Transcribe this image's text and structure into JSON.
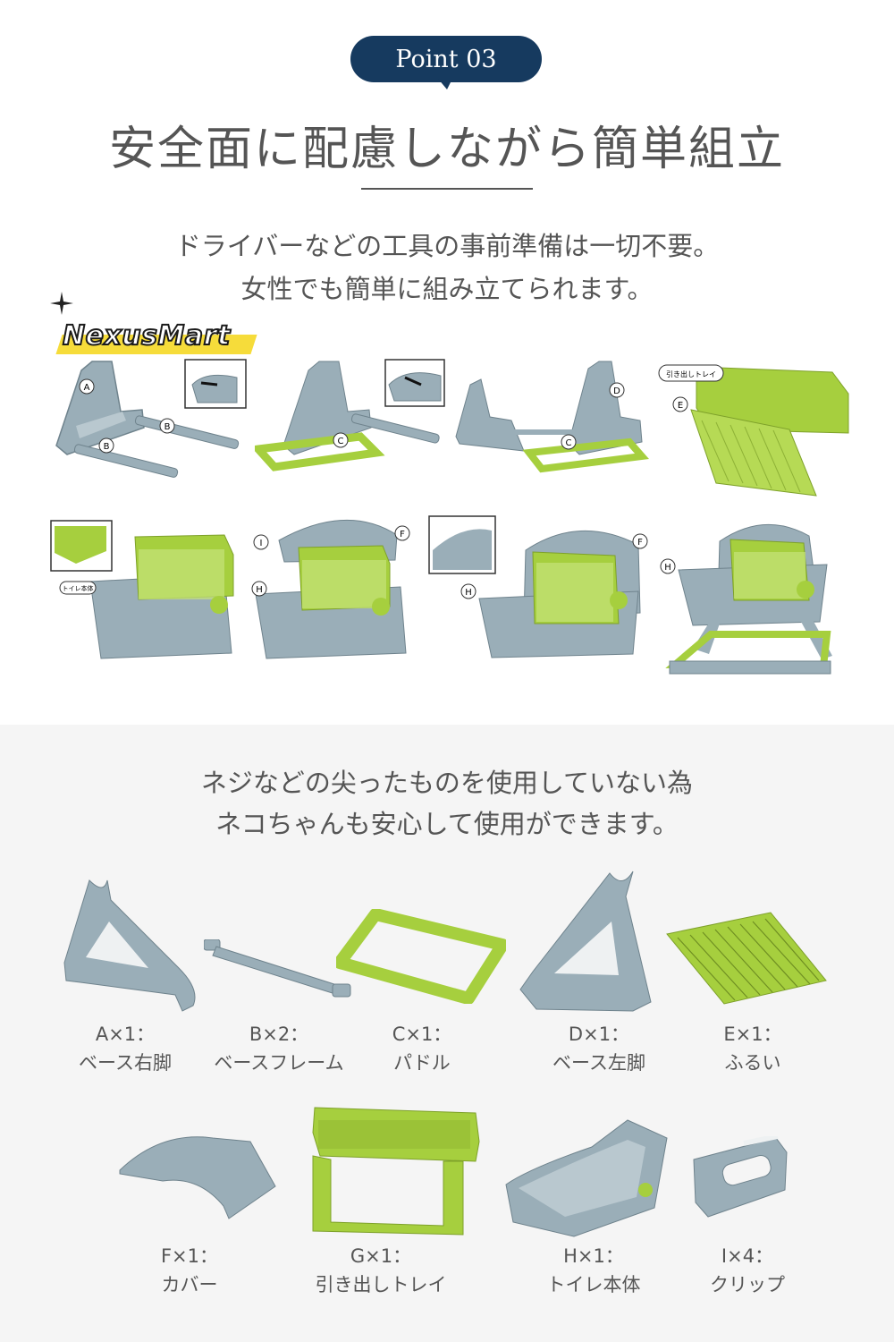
{
  "header": {
    "badge": "Point 03",
    "title": "安全面に配慮しながら簡単組立",
    "lead_line1": "ドライバーなどの工具の事前準備は一切不要。",
    "lead_line2": "女性でも簡単に組み立てられます。"
  },
  "brand": {
    "logo": "NexusMart"
  },
  "steps": {
    "callouts": [
      "A",
      "B",
      "B",
      "C",
      "C",
      "D",
      "E",
      "F",
      "I",
      "H",
      "H",
      "F",
      "H"
    ],
    "tag_drawer": "引き出しトレイ",
    "tag_body": "トイレ本体"
  },
  "safety": {
    "line1": "ネジなどの尖ったものを使用していない為",
    "line2": "ネコちゃんも安心して使用ができます。"
  },
  "parts": [
    {
      "code": "A×1：",
      "name": "ベース右脚"
    },
    {
      "code": "B×2：",
      "name": "ベースフレーム"
    },
    {
      "code": "C×1：",
      "name": "パドル"
    },
    {
      "code": "D×1：",
      "name": "ベース左脚"
    },
    {
      "code": "E×1：",
      "name": "ふるい"
    },
    {
      "code": "F×1：",
      "name": "カバー"
    },
    {
      "code": "G×1：",
      "name": "引き出しトレイ"
    },
    {
      "code": "H×1：",
      "name": "トイレ本体"
    },
    {
      "code": "I×4：",
      "name": "クリップ"
    }
  ],
  "colors": {
    "navy": "#163a5f",
    "part_gray": "#9aaeb8",
    "part_green": "#a6cf3e",
    "logo_yellow": "#f6dc3a"
  }
}
